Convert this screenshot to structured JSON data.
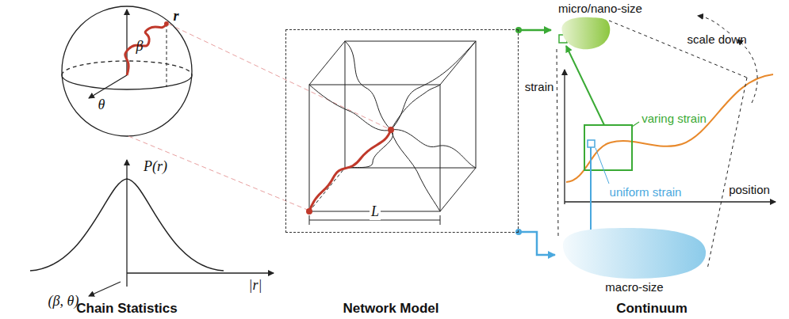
{
  "diagram": {
    "nodes": [
      {
        "text": [
          "L"
        ]
      },
      {
        "text": [
          "micro/nano-size"
        ]
      },
      {
        "text": [
          "macro-size"
        ]
      }
    ],
    "edges": [
      {
        "from": 0,
        "to": 1,
        "arrow": "to"
      },
      {
        "from": 0,
        "to": 2,
        "arrow": "to"
      }
    ],
    "labels": [
      "r",
      "β",
      "θ",
      "P(r)",
      "|r|",
      "(β, θ)",
      "Chain Statistics",
      "Network Model",
      "Continuum",
      "scale down",
      "strain",
      "position",
      "varing strain",
      "uniform strain"
    ]
  }
}
